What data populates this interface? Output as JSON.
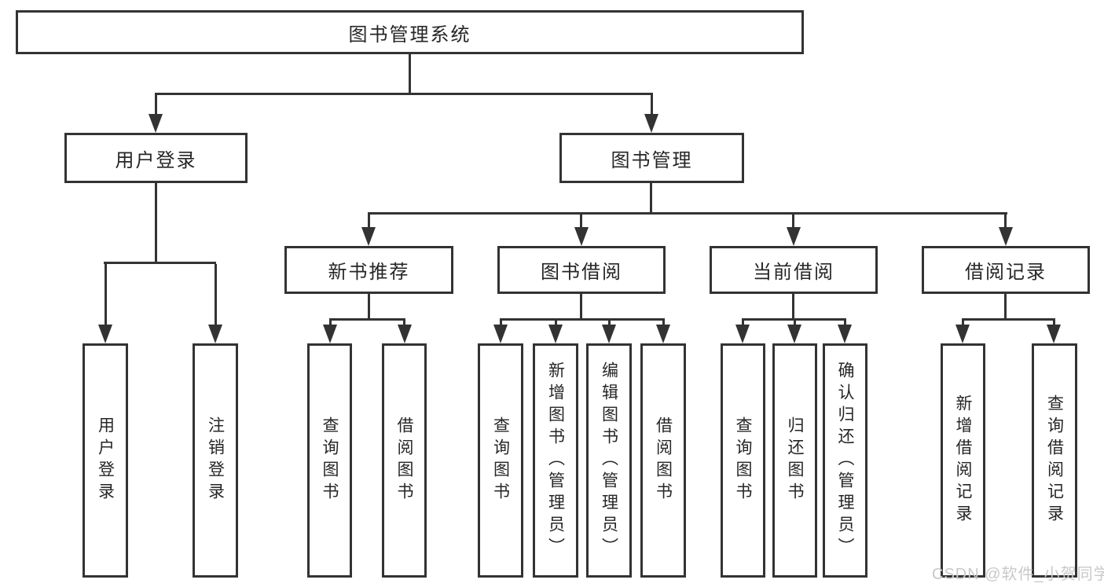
{
  "diagram": {
    "root": {
      "label": "图书管理系统"
    },
    "branches": [
      {
        "label": "用户登录",
        "leaves": [
          {
            "label": "用户登录"
          },
          {
            "label": "注销登录"
          }
        ]
      },
      {
        "label": "图书管理",
        "groups": [
          {
            "label": "新书推荐",
            "leaves": [
              {
                "label": "查询图书"
              },
              {
                "label": "借阅图书"
              }
            ]
          },
          {
            "label": "图书借阅",
            "leaves": [
              {
                "label": "查询图书"
              },
              {
                "label": "新增图书（管理员）"
              },
              {
                "label": "编辑图书（管理员）"
              },
              {
                "label": "借阅图书"
              }
            ]
          },
          {
            "label": "当前借阅",
            "leaves": [
              {
                "label": "查询图书"
              },
              {
                "label": "归还图书"
              },
              {
                "label": "确认归还（管理员）"
              }
            ]
          },
          {
            "label": "借阅记录",
            "leaves": [
              {
                "label": "新增借阅记录"
              },
              {
                "label": "查询借阅记录"
              }
            ]
          }
        ]
      }
    ]
  },
  "watermark": {
    "text": "CSDN @软件_小贺同学"
  },
  "colors": {
    "line": "#333333",
    "text": "#262626",
    "box_background": "#ffffff",
    "watermark": "#c9c9c9"
  }
}
